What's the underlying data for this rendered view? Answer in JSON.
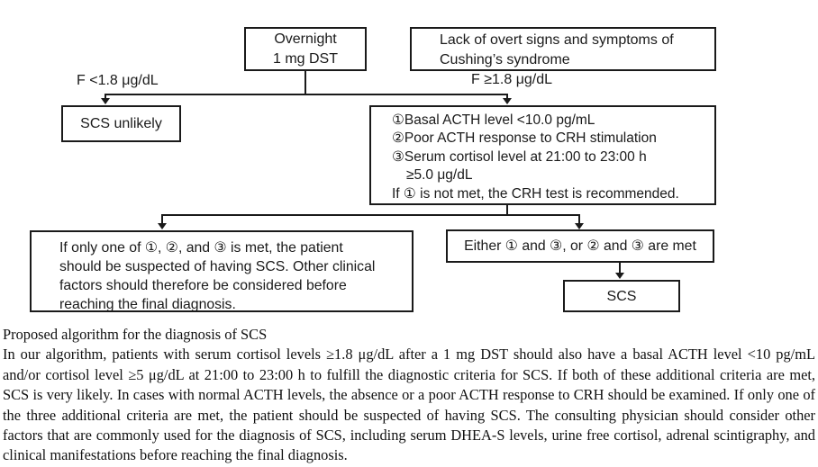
{
  "colors": {
    "ink": "#1a1a1a",
    "background": "#ffffff"
  },
  "flowchart": {
    "overnight_box": {
      "line1": "Overnight",
      "line2": "1 mg DST"
    },
    "lack_box": {
      "line1": "Lack of overt signs and symptoms of",
      "line2": "Cushing’s syndrome"
    },
    "branch_left_label": "F <1.8 μg/dL",
    "branch_right_label": "F ≥1.8 μg/dL",
    "scs_unlikely_label": "SCS unlikely",
    "criteria_box": {
      "line1": "①Basal ACTH level <10.0 pg/mL",
      "line2": "②Poor ACTH response to CRH stimulation",
      "line3": "③Serum cortisol level at 21:00 to 23:00 h",
      "line4": "≥5.0 μg/dL",
      "line5": "If ① is not met, the CRH test is recommended."
    },
    "suspected_box": {
      "line1": "If only one of ①, ②, and ③ is met, the patient",
      "line2": "should be suspected of having SCS. Other clinical",
      "line3": "factors should therefore be considered before",
      "line4": "reaching the final diagnosis."
    },
    "either_box_label": "Either ① and ③, or ② and ③ are met",
    "scs_box_label": "SCS"
  },
  "caption": {
    "title": "Proposed algorithm for the diagnosis of SCS",
    "body": "In our algorithm, patients with serum cortisol levels ≥1.8 μg/dL after a 1 mg DST should also have a basal ACTH level <10 pg/mL and/or cortisol level ≥5 μg/dL at 21:00 to 23:00 h to fulfill the diagnostic criteria for SCS. If both of these additional criteria are met, SCS is very likely. In cases with normal ACTH levels, the absence or a poor ACTH response to CRH should be examined. If only one of the three additional criteria are met, the patient should be suspected of having SCS. The consulting physician should consider other factors that are commonly used for the diagnosis of SCS, including serum DHEA-S levels, urine free cortisol, adrenal scintigraphy, and clinical manifestations before reaching the final diagnosis."
  }
}
